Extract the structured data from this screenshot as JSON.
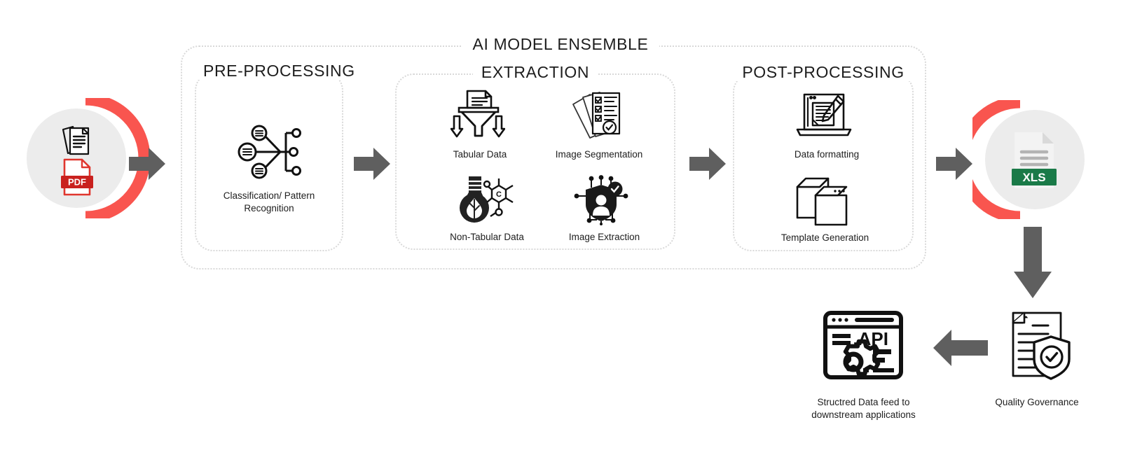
{
  "diagram": {
    "title": "AI MODEL ENSEMBLE",
    "accent_red": "#f9554f",
    "arrow_gray": "#5f5f5f",
    "disc_gray": "#ececec",
    "xls_green": "#1a7a48",
    "dotted_border": "#d9d9d9"
  },
  "input": {
    "icon_documents": "documents-stack-icon",
    "icon_pdf": "pdf-file-icon",
    "pdf_label": "PDF"
  },
  "stages": [
    {
      "id": "pre-processing",
      "title": "PRE-PROCESSING",
      "items": [
        {
          "label": "Classification/ Pattern\nRecognition",
          "icon": "classification-network-icon"
        }
      ]
    },
    {
      "id": "extraction",
      "title": "EXTRACTION",
      "items": [
        {
          "label": "Tabular Data",
          "icon": "funnel-document-icon"
        },
        {
          "label": "Image Segmentation",
          "icon": "checklist-documents-icon"
        },
        {
          "label": "Non-Tabular Data",
          "icon": "flask-molecule-icon"
        },
        {
          "label": "Image Extraction",
          "icon": "shield-person-network-icon"
        }
      ]
    },
    {
      "id": "post-processing",
      "title": "POST-PROCESSING",
      "items": [
        {
          "label": "Data formatting",
          "icon": "laptop-pencil-document-icon"
        },
        {
          "label": "Template Generation",
          "icon": "stacked-pages-icon"
        }
      ]
    }
  ],
  "output": {
    "icon": "xls-file-icon",
    "badge": "XLS"
  },
  "downstream": [
    {
      "id": "quality-governance",
      "label": "Quality Governance",
      "icon": "documents-shield-check-icon"
    },
    {
      "id": "structured-data-feed",
      "label": "Structred Data feed to\ndownstream applications",
      "icon": "api-browser-gear-icon",
      "api_text": ".API"
    }
  ],
  "arrows": [
    {
      "id": "arrow-input-to-pre",
      "direction": "right"
    },
    {
      "id": "arrow-pre-to-extract",
      "direction": "right"
    },
    {
      "id": "arrow-extract-to-post",
      "direction": "right"
    },
    {
      "id": "arrow-post-to-output",
      "direction": "right"
    },
    {
      "id": "arrow-output-to-quality",
      "direction": "down"
    },
    {
      "id": "arrow-quality-to-feed",
      "direction": "left"
    }
  ]
}
